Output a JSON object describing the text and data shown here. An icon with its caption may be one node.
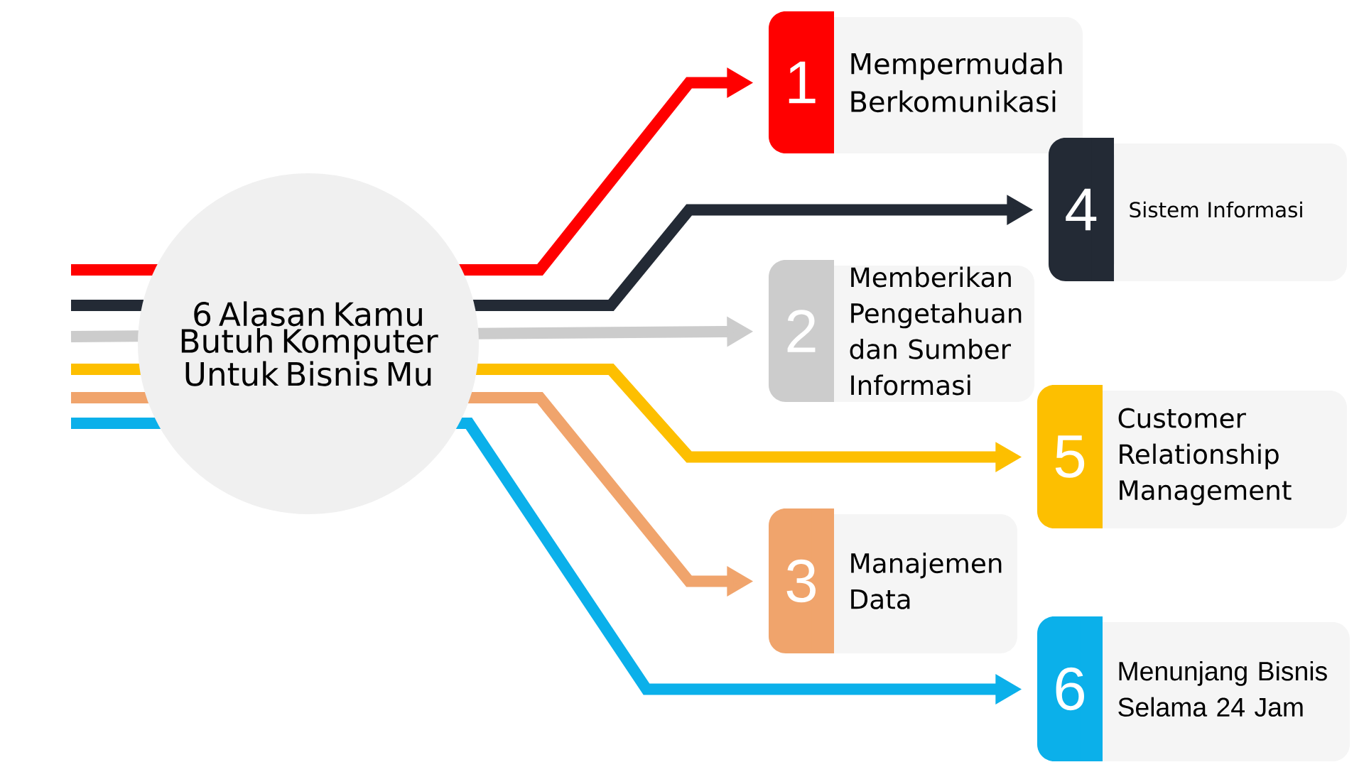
{
  "diagram": {
    "nodes": [
      {
        "text": [
          "6 Alasan Kamu Butuh Komputer Untuk Bisnis Mu"
        ]
      },
      {
        "text": [
          "1",
          "Mempermudah Berkomunikasi"
        ]
      },
      {
        "text": [
          "4",
          "Sistem Informasi"
        ]
      },
      {
        "text": [
          "2",
          "Memberikan Pengetahuan dan Sumber Informasi"
        ]
      },
      {
        "text": [
          "5",
          "Customer Relationship Management"
        ]
      },
      {
        "text": [
          "3",
          "Manajemen Data"
        ]
      },
      {
        "text": [
          "6",
          "Menunjang Bisnis Selama 24 Jam"
        ]
      }
    ],
    "edges": [
      {
        "from": 0,
        "to": 1,
        "arrow": "to",
        "color": "#ff0000"
      },
      {
        "from": 0,
        "to": 2,
        "arrow": "to",
        "color": "#232a35"
      },
      {
        "from": 0,
        "to": 3,
        "arrow": "to",
        "color": "#cccccc"
      },
      {
        "from": 0,
        "to": 4,
        "arrow": "to",
        "color": "#fdbf00"
      },
      {
        "from": 0,
        "to": 5,
        "arrow": "to",
        "color": "#f0a46c"
      },
      {
        "from": 0,
        "to": 6,
        "arrow": "to",
        "color": "#0bb0ea"
      }
    ]
  }
}
